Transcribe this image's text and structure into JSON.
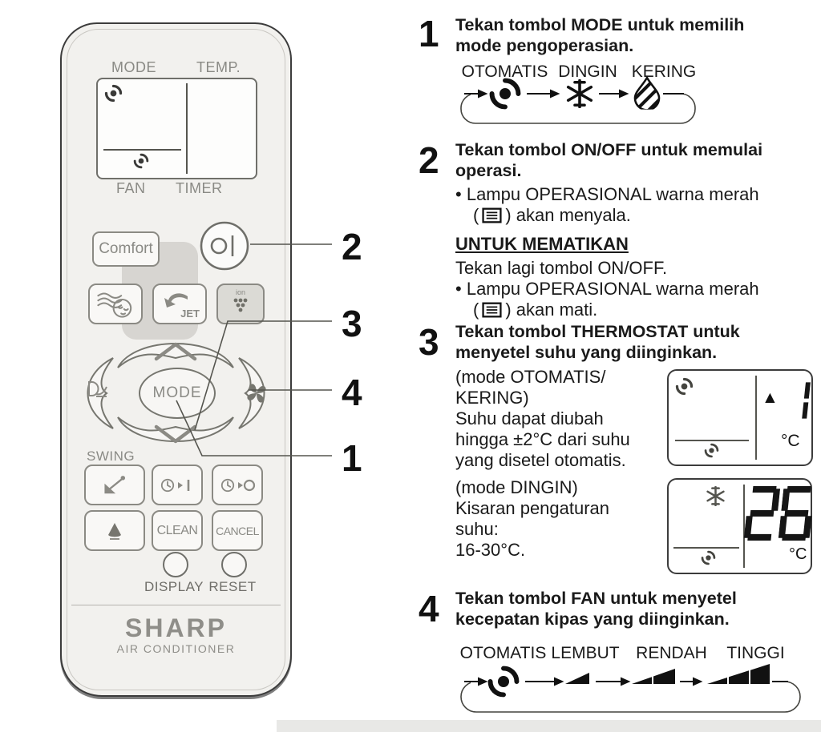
{
  "colors": {
    "ink": "#111111",
    "remote_line": "#8b8a84",
    "remote_body": "#f2f1ee",
    "lamp_red_note": "merah"
  },
  "remote": {
    "lcd": {
      "mode": "MODE",
      "temp": "TEMP.",
      "fan": "FAN",
      "timer": "TIMER"
    },
    "comfort": "Comfort",
    "jet": "JET",
    "ion": "ion",
    "mode_btn": "MODE",
    "swing": "SWING",
    "clean": "CLEAN",
    "cancel": "CANCEL",
    "display": "DISPLAY",
    "reset": "RESET",
    "brand": "SHARP",
    "brand_sub": "AIR CONDITIONER"
  },
  "callouts": {
    "power": "2",
    "thermostat": "3",
    "fan": "4",
    "mode": "1"
  },
  "step1": {
    "num": "1",
    "title1": "Tekan tombol MODE untuk memilih",
    "title2": "mode pengoperasian.",
    "labels": [
      "OTOMATIS",
      "DINGIN",
      "KERING"
    ]
  },
  "step2": {
    "num": "2",
    "title1": "Tekan tombol ON/OFF untuk memulai",
    "title2": "operasi.",
    "bullet_char": "•",
    "bullet1": "Lampu OPERASIONAL warna merah",
    "paren_open": "(",
    "on_suffix": ") akan menyala.",
    "subhead": "UNTUK MEMATIKAN",
    "again": "Tekan lagi tombol ON/OFF.",
    "bullet2": "Lampu OPERASIONAL warna merah",
    "off_suffix": ") akan mati."
  },
  "step3": {
    "num": "3",
    "title1": "Tekan tombol THERMOSTAT untuk",
    "title2": "menyetel suhu yang diinginkan.",
    "auto_lines": [
      "(mode OTOMATIS/",
      "KERING)",
      "Suhu dapat diubah",
      "hingga ±2°C dari suhu",
      "yang disetel otomatis."
    ],
    "cool_lines": [
      "(mode DINGIN)",
      "Kisaran pengaturan",
      "suhu:",
      "16-30°C."
    ],
    "display_auto": {
      "digits": "1",
      "unit": "°C",
      "up_arrow": "▲"
    },
    "display_cool": {
      "digits": "26",
      "unit": "°C"
    }
  },
  "step4": {
    "num": "4",
    "title1": "Tekan tombol FAN untuk menyetel",
    "title2": "kecepatan kipas yang diinginkan.",
    "labels": [
      "OTOMATIS",
      "LEMBUT",
      "RENDAH",
      "TINGGI"
    ]
  }
}
